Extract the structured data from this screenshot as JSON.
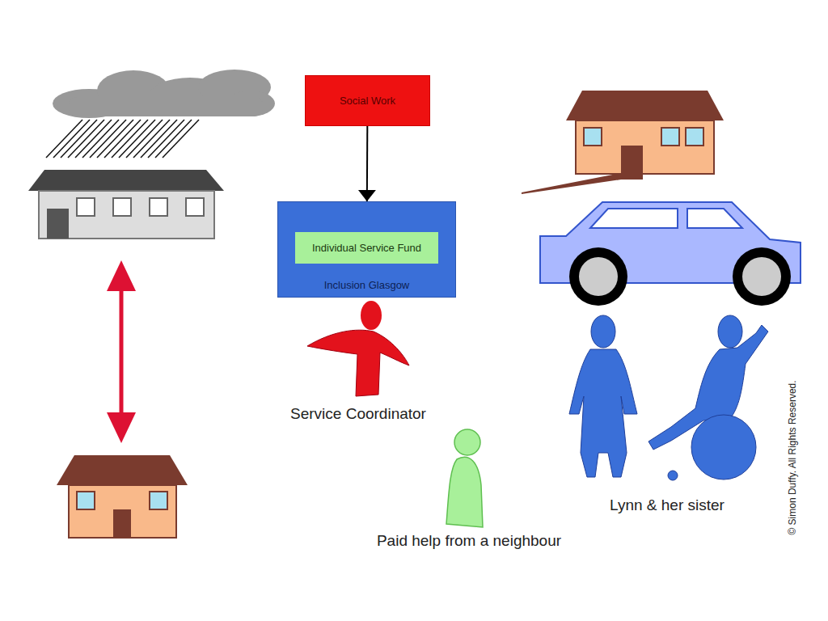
{
  "diagram": {
    "nodes": [
      {
        "text": [
          "Social Work"
        ]
      },
      {
        "text": [
          "Inclusion Glasgow"
        ]
      },
      {
        "text": [
          "Individual Service Fund"
        ],
        "in": 1
      }
    ],
    "edges": [
      {
        "from": 0,
        "to": 1,
        "arrow": "to"
      }
    ],
    "labels": [
      "Service Coordinator",
      "Paid help from a neighbour",
      "Lynn & her sister",
      "© Simon Duffy. All Rights Reserved."
    ]
  }
}
